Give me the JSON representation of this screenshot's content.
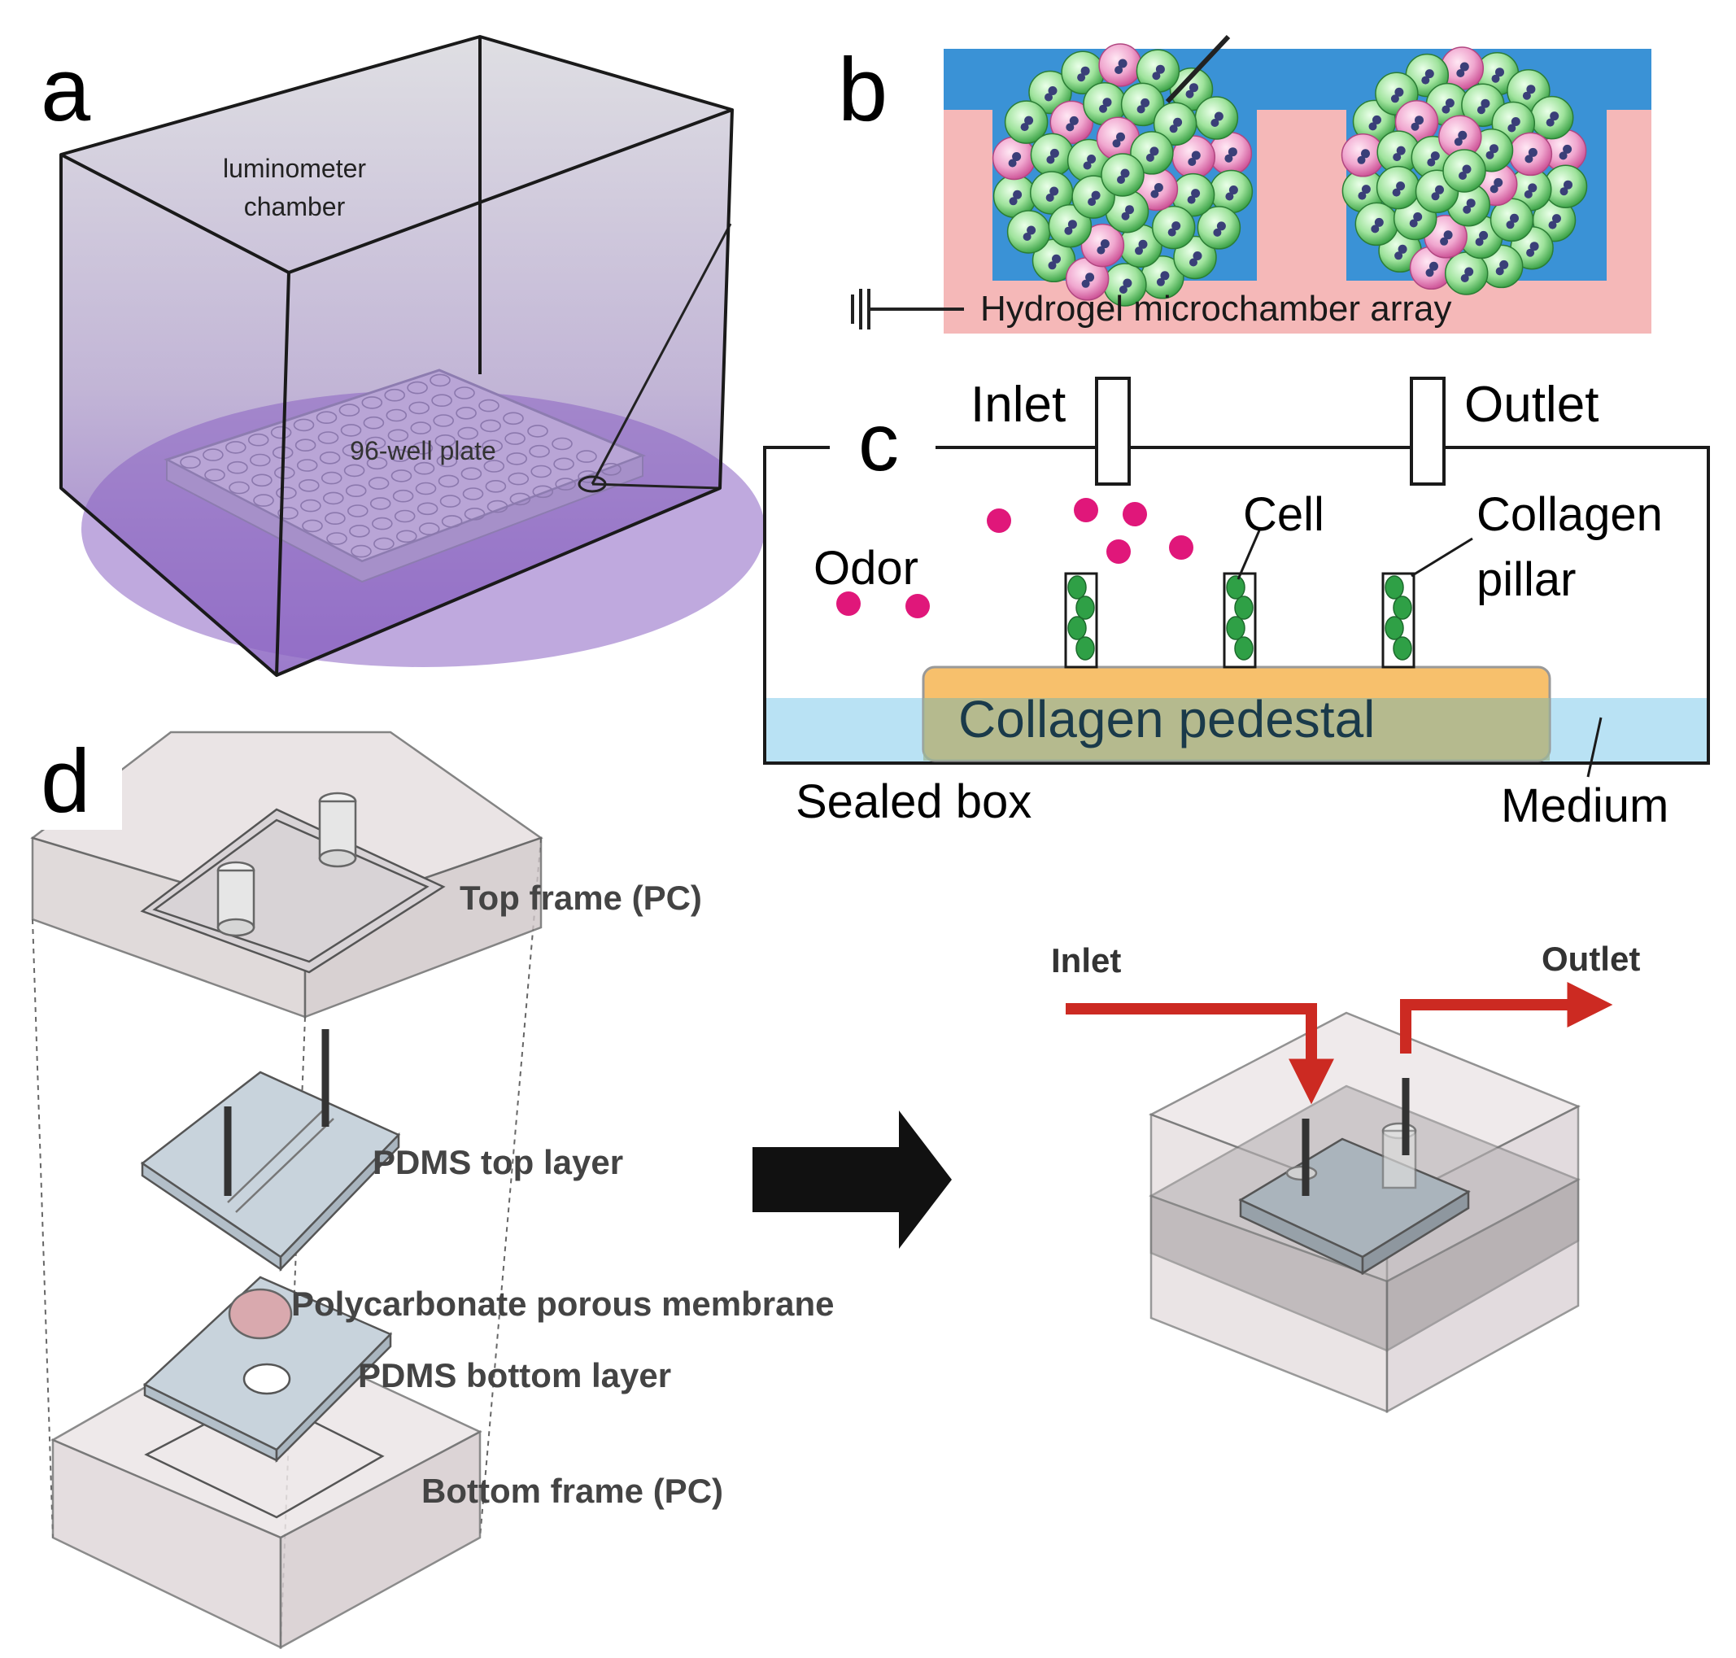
{
  "panels": {
    "a": {
      "letter": "a",
      "chamber_line1": "luminometer",
      "chamber_line2": "chamber",
      "plate_label": "96-well plate"
    },
    "b": {
      "letter": "b",
      "array_label": "Hydrogel microchamber array"
    },
    "c": {
      "letter": "c",
      "inlet": "Inlet",
      "outlet": "Outlet",
      "odor": "Odor",
      "cell": "Cell",
      "pillar_line1": "Collagen",
      "pillar_line2": "pillar",
      "pedestal": "Collagen pedestal",
      "sealed_box": "Sealed box",
      "medium": "Medium"
    },
    "d": {
      "letter": "d",
      "top_frame": "Top frame (PC)",
      "pdms_top": "PDMS top layer",
      "membrane": "Polycarbonate porous membrane",
      "pdms_bottom": "PDMS bottom layer",
      "bottom_frame": "Bottom frame (PC)",
      "inlet": "Inlet",
      "outlet": "Outlet"
    }
  },
  "colors": {
    "chamber_purple": "#8a63c2",
    "hydrogel_pink": "#f5b8b8",
    "medium_blue": "#3a92d6",
    "cell_green": "#4fbf5a",
    "cell_pink": "#e07ab3",
    "odor_magenta": "#e0177a",
    "pedestal_orange": "#f7c06c",
    "medium_light_blue": "#b9e2f4",
    "flow_red": "#cc2a22"
  }
}
